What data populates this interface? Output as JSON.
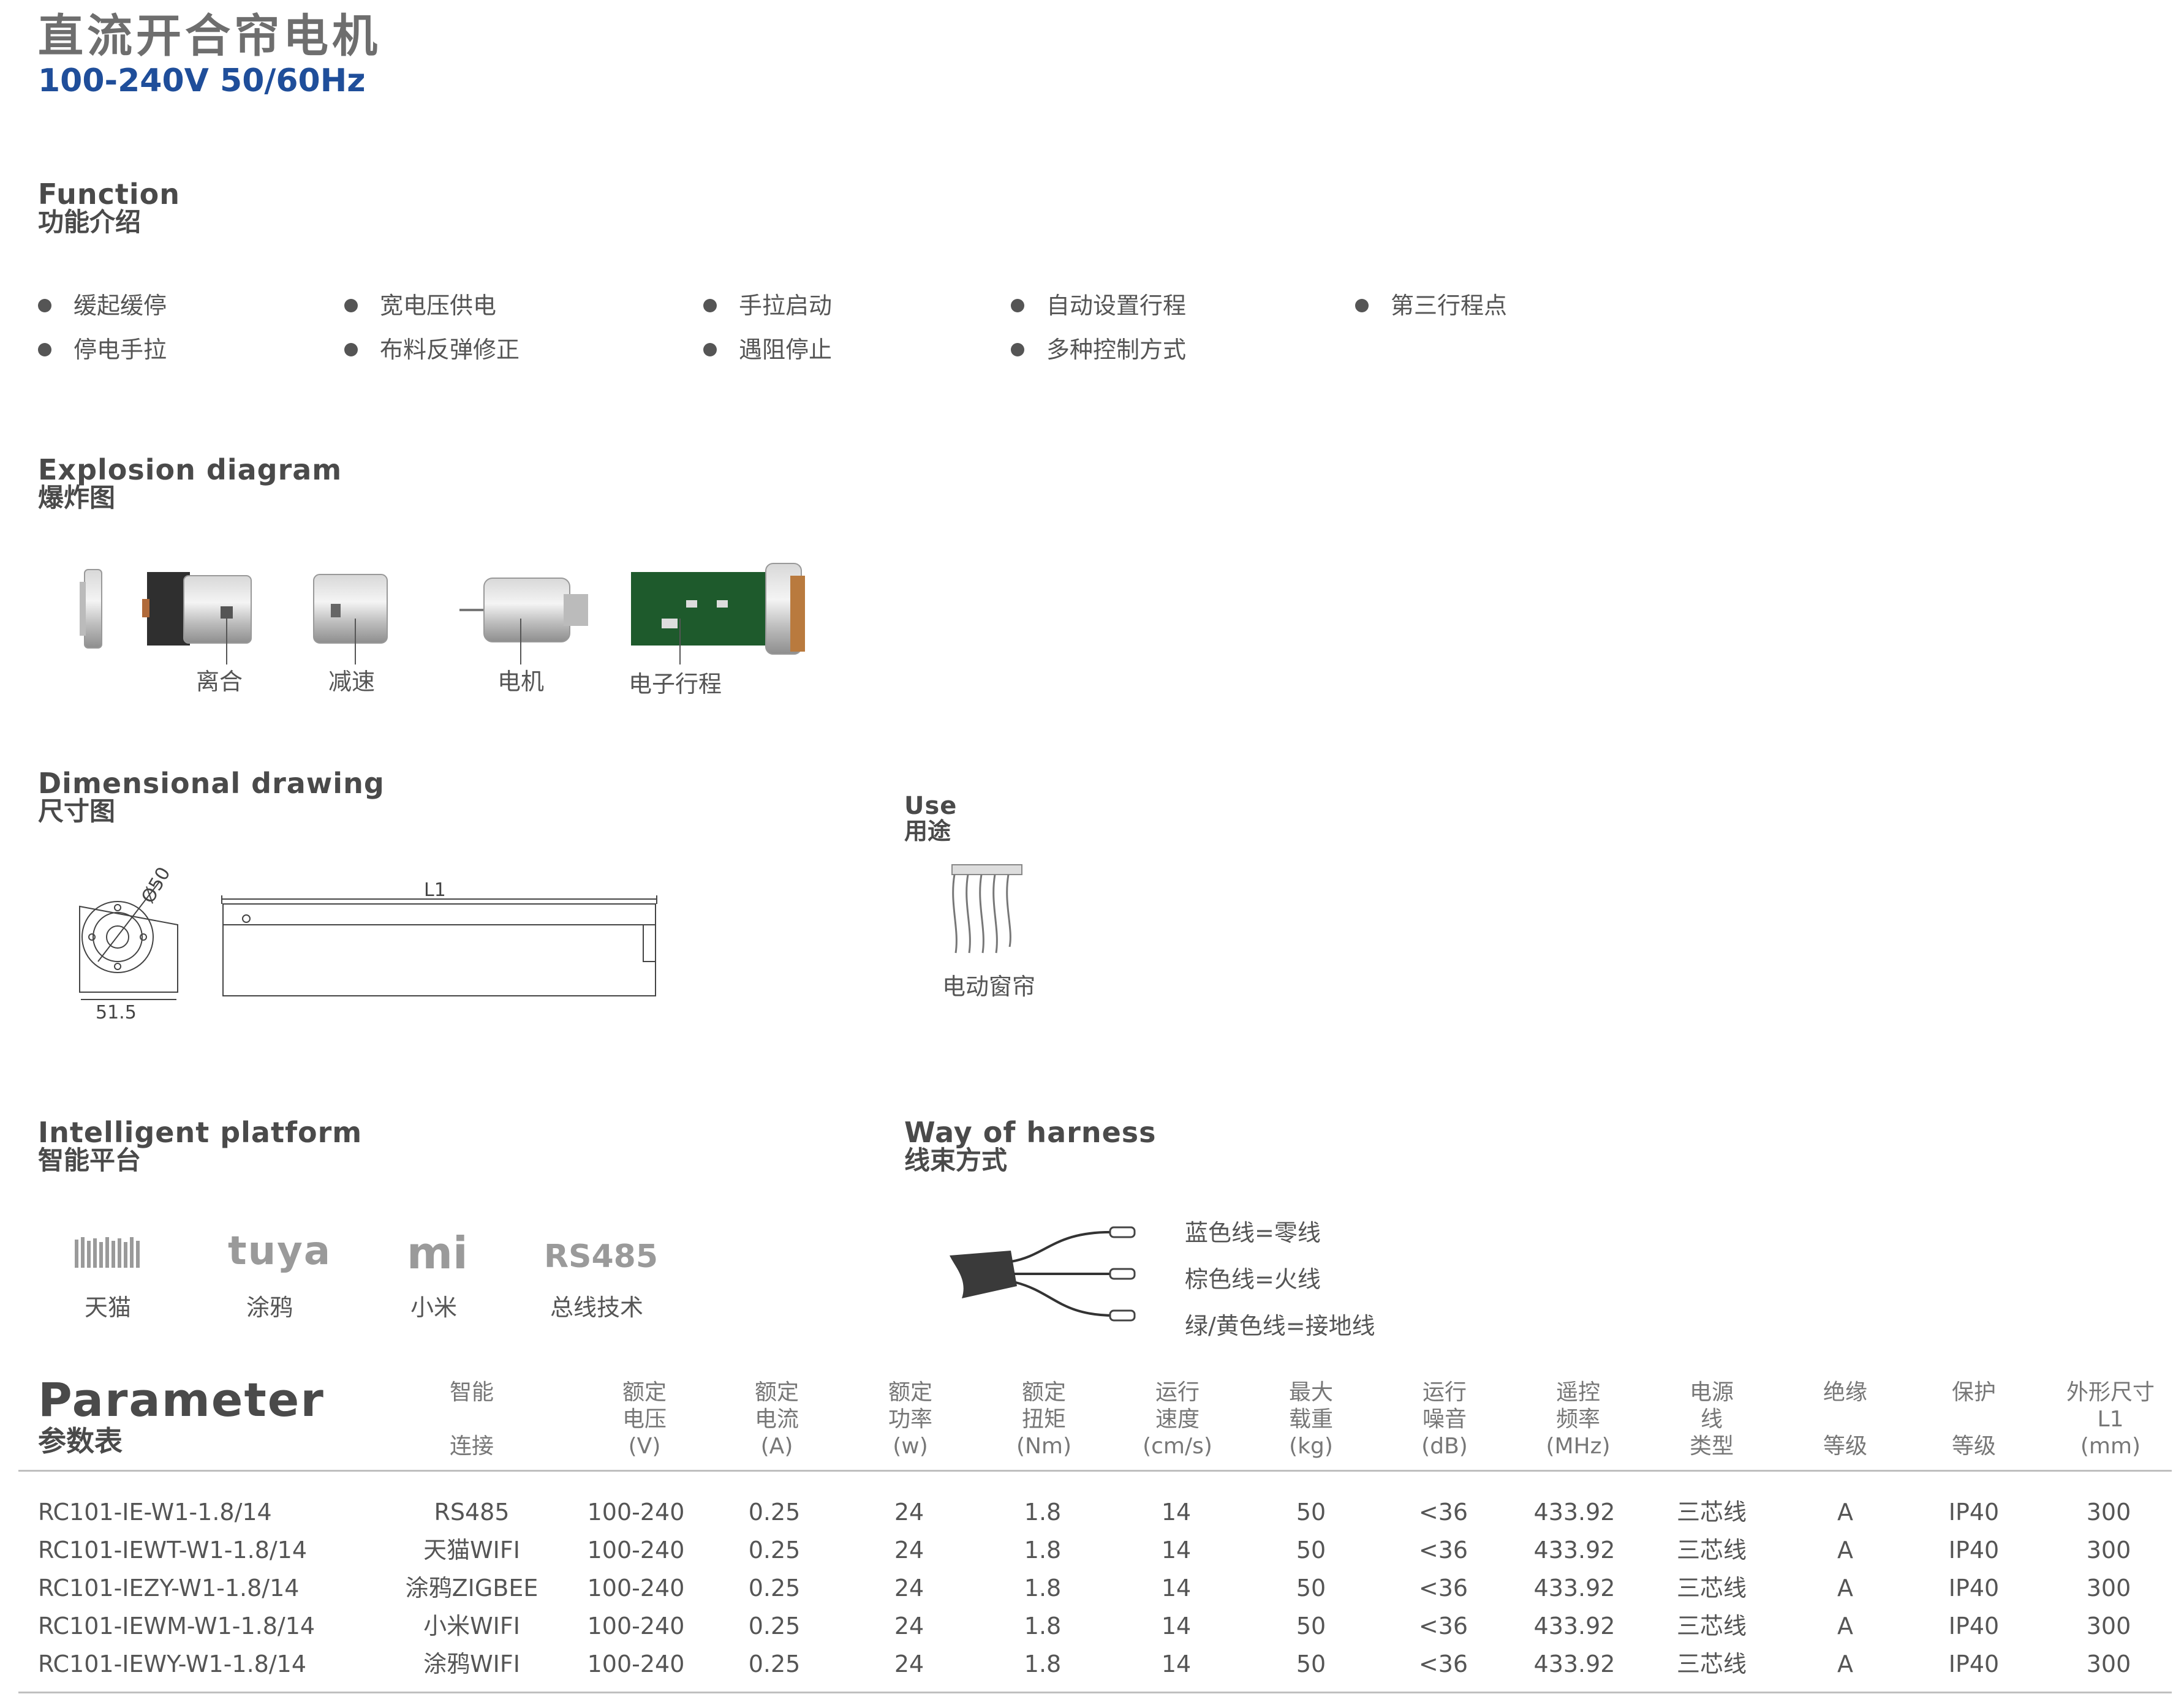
{
  "header": {
    "title": "直流开合帘电机",
    "subtitle": "100-240V 50/60Hz"
  },
  "function": {
    "en": "Function",
    "cn": "功能介绍",
    "row1": [
      "缓起缓停",
      "宽电压供电",
      "手拉启动",
      "自动设置行程",
      "第三行程点"
    ],
    "row2": [
      "停电手拉",
      "布料反弹修正",
      "遇阻停止",
      "多种控制方式"
    ]
  },
  "explosion": {
    "en": "Explosion diagram",
    "cn": "爆炸图",
    "labels": [
      "离合",
      "减速",
      "电机",
      "电子行程"
    ]
  },
  "dimensional": {
    "en": "Dimensional drawing",
    "cn": "尺寸图",
    "diameter": "Ø50",
    "width": "51.5",
    "length": "L1"
  },
  "use": {
    "en": "Use",
    "cn": "用途",
    "label": "电动窗帘"
  },
  "platform": {
    "en": "Intelligent platform",
    "cn": "智能平台",
    "items": [
      {
        "logo": "",
        "label": "天猫"
      },
      {
        "logo": "tuya",
        "label": "涂鸦"
      },
      {
        "logo": "mi",
        "label": "小米"
      },
      {
        "logo": "RS485",
        "label": "总线技术"
      }
    ]
  },
  "harness": {
    "en": "Way of harness",
    "cn": "线束方式",
    "wires": [
      "蓝色线=零线",
      "棕色线=火线",
      "绿/黄色线=接地线"
    ]
  },
  "parameter": {
    "en": "Parameter",
    "cn": "参数表",
    "headers": [
      {
        "top": "智能",
        "bottom": "连接"
      },
      {
        "top": "额定\n电压",
        "bottom": "(V)"
      },
      {
        "top": "额定\n电流",
        "bottom": "(A)"
      },
      {
        "top": "额定\n功率",
        "bottom": "(w)"
      },
      {
        "top": "额定\n扭矩",
        "bottom": "(Nm)"
      },
      {
        "top": "运行\n速度",
        "bottom": "(cm/s)"
      },
      {
        "top": "最大\n载重",
        "bottom": "(kg)"
      },
      {
        "top": "运行\n噪音",
        "bottom": "(dB)"
      },
      {
        "top": "遥控\n频率",
        "bottom": "(MHz)"
      },
      {
        "top": "电源\n线",
        "bottom": "类型"
      },
      {
        "top": "绝缘",
        "bottom": "等级"
      },
      {
        "top": "保护",
        "bottom": "等级"
      },
      {
        "top": "外形尺寸\nL1",
        "bottom": "(mm)"
      }
    ],
    "rows": [
      [
        "RC101-IE-W1-1.8/14",
        "RS485",
        "100-240",
        "0.25",
        "24",
        "1.8",
        "14",
        "50",
        "<36",
        "433.92",
        "三芯线",
        "A",
        "IP40",
        "300"
      ],
      [
        "RC101-IEWT-W1-1.8/14",
        "天猫WIFI",
        "100-240",
        "0.25",
        "24",
        "1.8",
        "14",
        "50",
        "<36",
        "433.92",
        "三芯线",
        "A",
        "IP40",
        "300"
      ],
      [
        "RC101-IEZY-W1-1.8/14",
        "涂鸦ZIGBEE",
        "100-240",
        "0.25",
        "24",
        "1.8",
        "14",
        "50",
        "<36",
        "433.92",
        "三芯线",
        "A",
        "IP40",
        "300"
      ],
      [
        "RC101-IEWM-W1-1.8/14",
        "小米WIFI",
        "100-240",
        "0.25",
        "24",
        "1.8",
        "14",
        "50",
        "<36",
        "433.92",
        "三芯线",
        "A",
        "IP40",
        "300"
      ],
      [
        "RC101-IEWY-W1-1.8/14",
        "涂鸦WIFI",
        "100-240",
        "0.25",
        "24",
        "1.8",
        "14",
        "50",
        "<36",
        "433.92",
        "三芯线",
        "A",
        "IP40",
        "300"
      ]
    ]
  }
}
